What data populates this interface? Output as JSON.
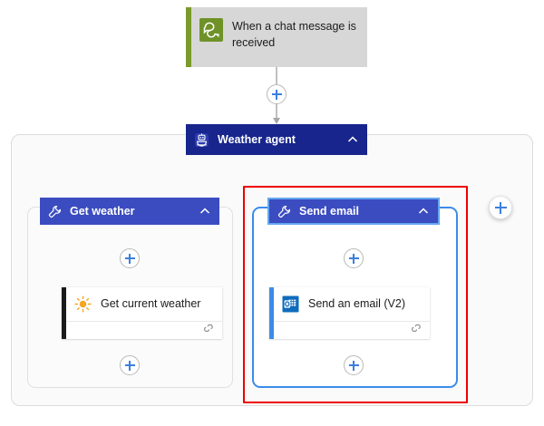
{
  "app": {
    "type": "workflow-designer-canvas",
    "canvas_background": "#ffffff"
  },
  "colors": {
    "trigger_accent": "#7a9a2b",
    "trigger_body": "#d7d7d7",
    "trigger_icon_bg": "#6f9228",
    "agent_header": "#17258c",
    "tool_header": "#3b4cc0",
    "selection_blue": "#3b8cea",
    "selection_border": "#64a6f0",
    "annotation_red": "#ee0000",
    "plus_glyph": "#3b7fe0",
    "group_border": "#e0e0e0",
    "container_border": "#dcdcdc",
    "container_bg": "#fafafa",
    "connector_line": "#a6a6a6",
    "weather_card_accent": "#1b1b1b",
    "email_card_accent": "#3b8cea",
    "sun_icon": "#f5a623",
    "outlook_icon": "#0f6cbd"
  },
  "trigger": {
    "label": "When a chat message is received",
    "icon": "teams-chat-icon"
  },
  "agent": {
    "label": "Weather agent",
    "icon": "agent-robot-icon",
    "collapse_icon": "chevron-up-icon",
    "expanded": true
  },
  "tools": [
    {
      "id": "get-weather",
      "label": "Get weather",
      "icon": "wrench-icon",
      "collapse_icon": "chevron-up-icon",
      "selected": false,
      "action": {
        "label": "Get current weather",
        "icon": "sun-icon",
        "footer_icon": "connector-link-icon"
      }
    },
    {
      "id": "send-email",
      "label": "Send email",
      "icon": "wrench-icon",
      "collapse_icon": "chevron-up-icon",
      "selected": true,
      "highlighted": true,
      "action": {
        "label": "Send an email (V2)",
        "icon": "outlook-icon",
        "footer_icon": "connector-link-icon"
      }
    }
  ],
  "add_buttons": [
    {
      "id": "add-after-trigger",
      "label": "+",
      "variant": "inline"
    },
    {
      "id": "add-in-get-weather-top",
      "label": "+",
      "variant": "inline"
    },
    {
      "id": "add-in-get-weather-bottom",
      "label": "+",
      "variant": "inline"
    },
    {
      "id": "add-in-send-email-top",
      "label": "+",
      "variant": "inline"
    },
    {
      "id": "add-in-send-email-bottom",
      "label": "+",
      "variant": "inline"
    },
    {
      "id": "add-tool",
      "label": "+",
      "variant": "floating"
    }
  ]
}
